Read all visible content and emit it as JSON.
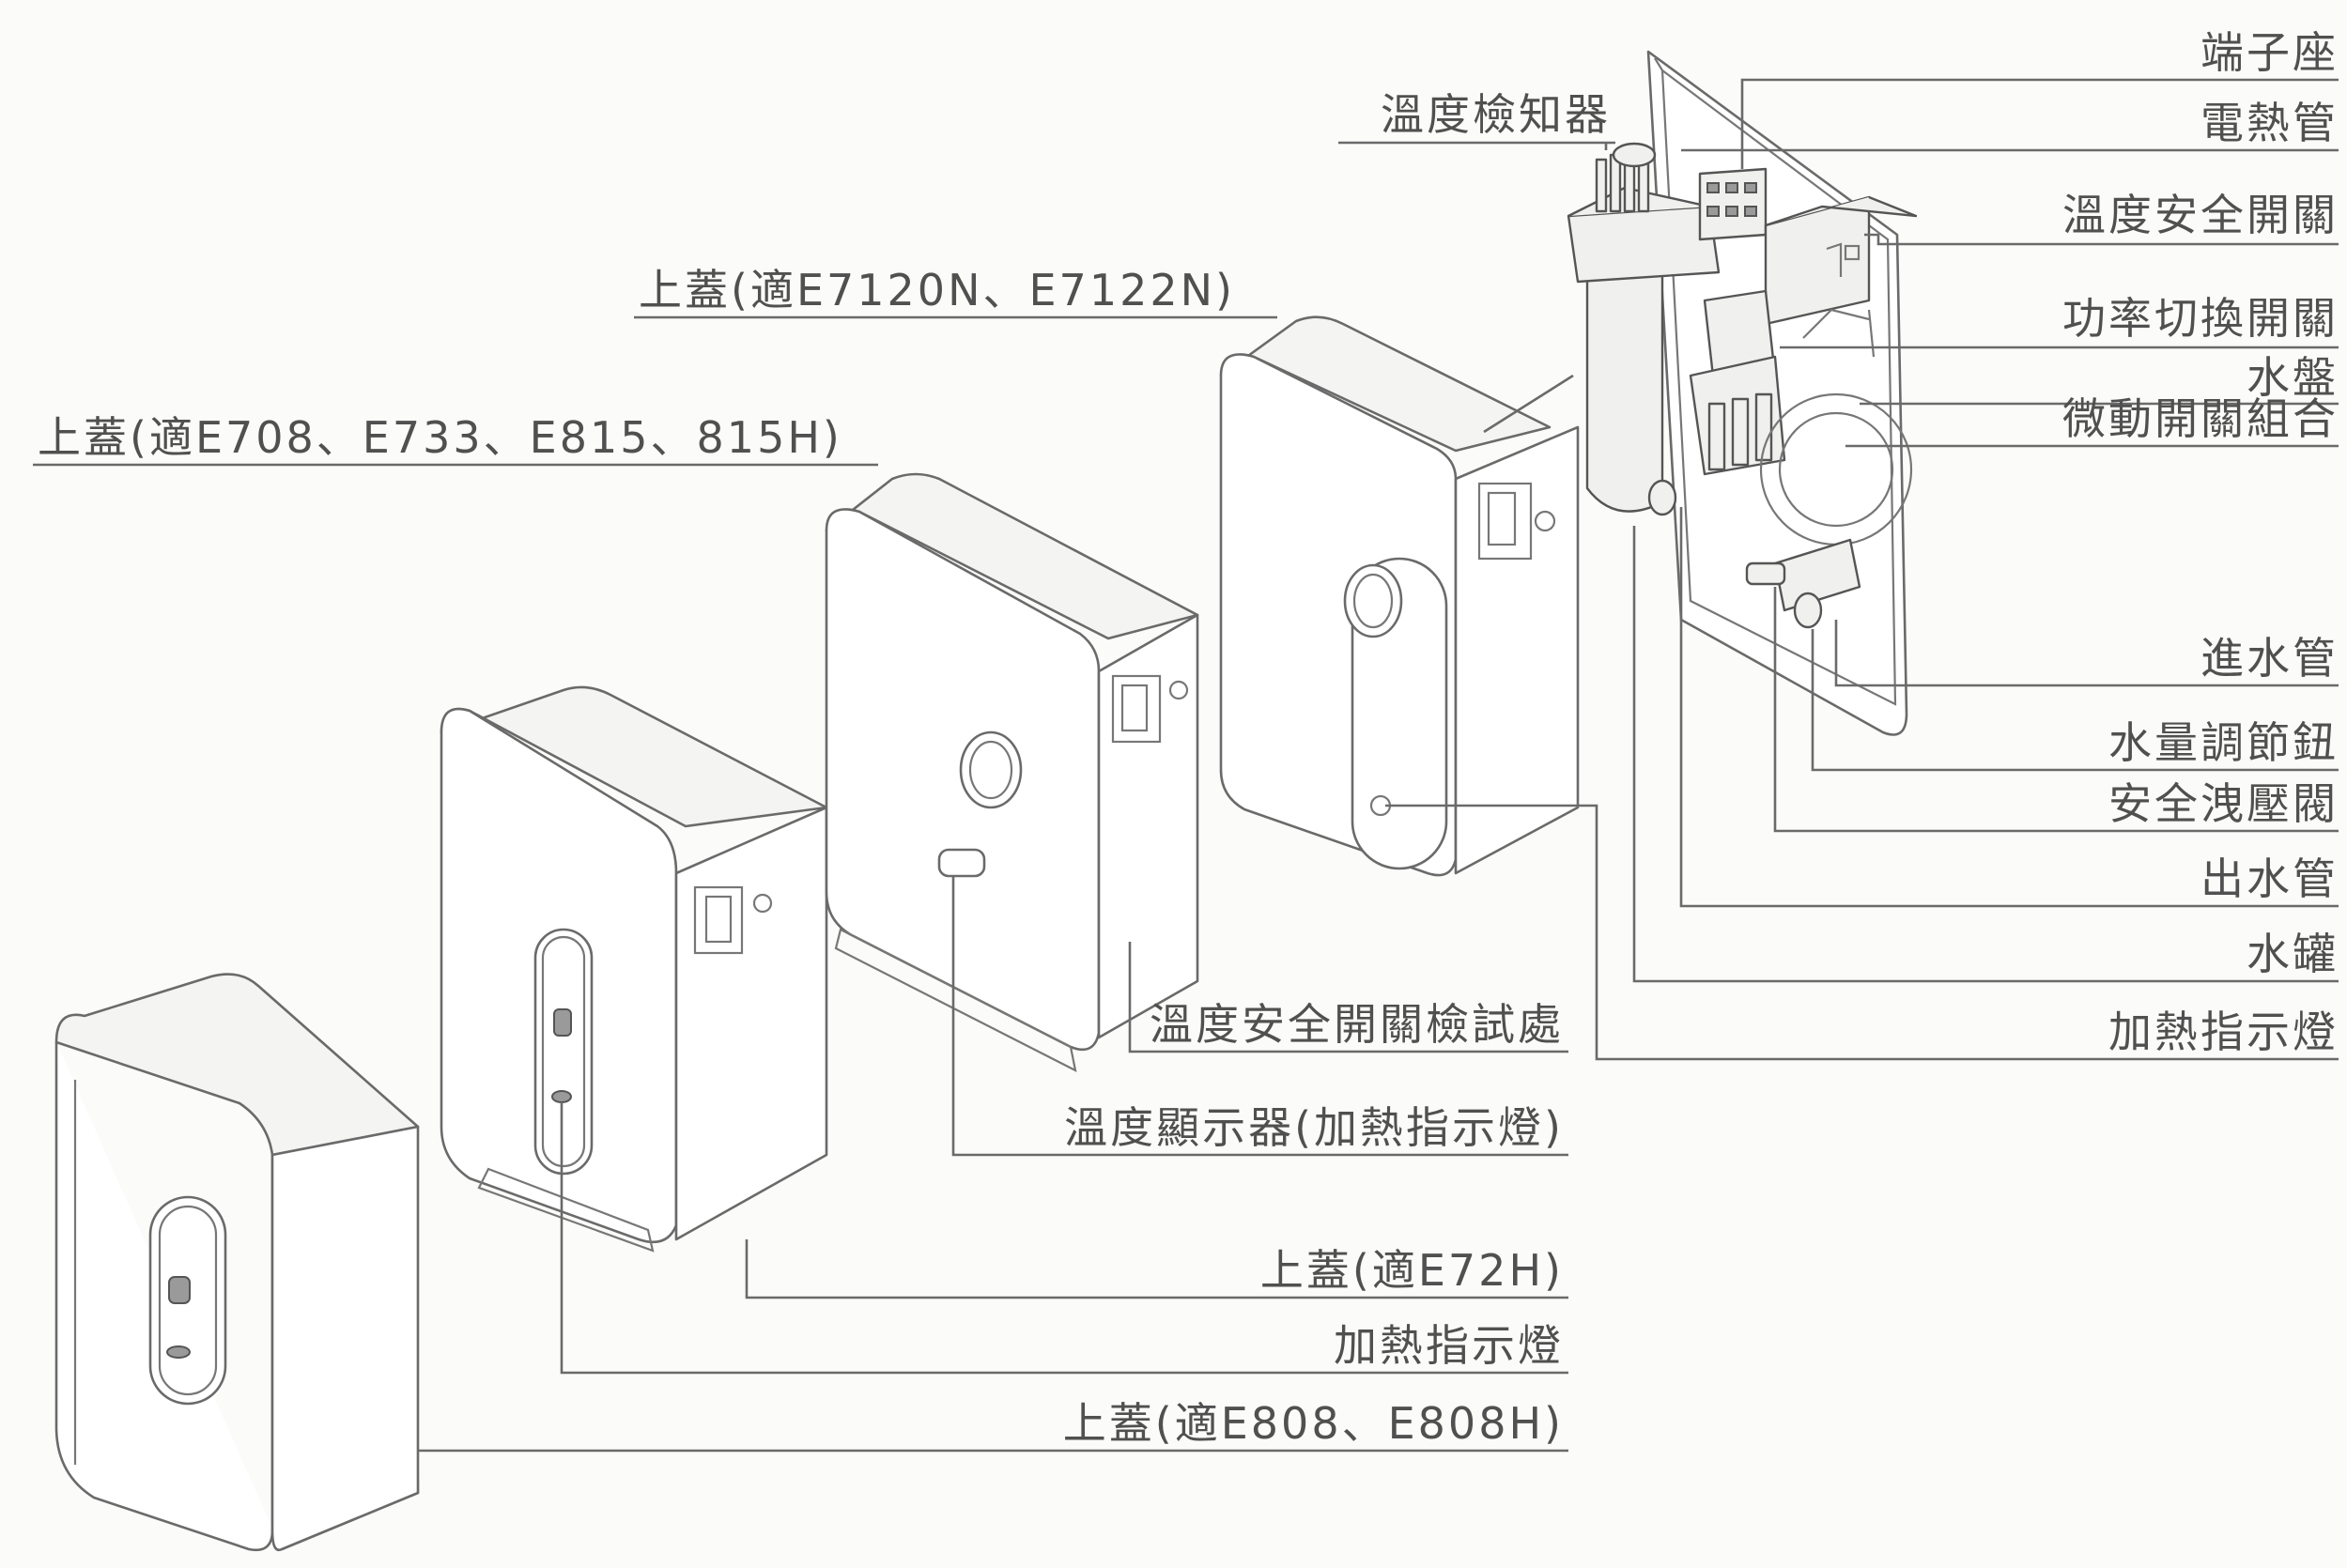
{
  "labels": {
    "terminal_block": "端子座",
    "heating_tube": "電熱管",
    "temp_safety_switch": "溫度安全開關",
    "power_switch": "功率切換開關",
    "water_tray": "水盤",
    "micro_switch_assembly": "微動開關組合",
    "temp_sensor": "溫度檢知器",
    "inlet_pipe": "進水管",
    "flow_knob": "水量調節鈕",
    "relief_valve": "安全洩壓閥",
    "outlet_pipe": "出水管",
    "water_tank": "水罐",
    "heating_indicator_right": "加熱指示燈",
    "cover_e7120n": "上蓋(適E7120N、E7122N)",
    "cover_e708": "上蓋(適E708、E733、E815、815H)",
    "temp_safety_test_point": "溫度安全開關檢試處",
    "temp_display": "溫度顯示器(加熱指示燈)",
    "cover_e72h": "上蓋(適E72H)",
    "heating_indicator_center": "加熱指示燈",
    "cover_e808": "上蓋(適E808、E808H)"
  }
}
